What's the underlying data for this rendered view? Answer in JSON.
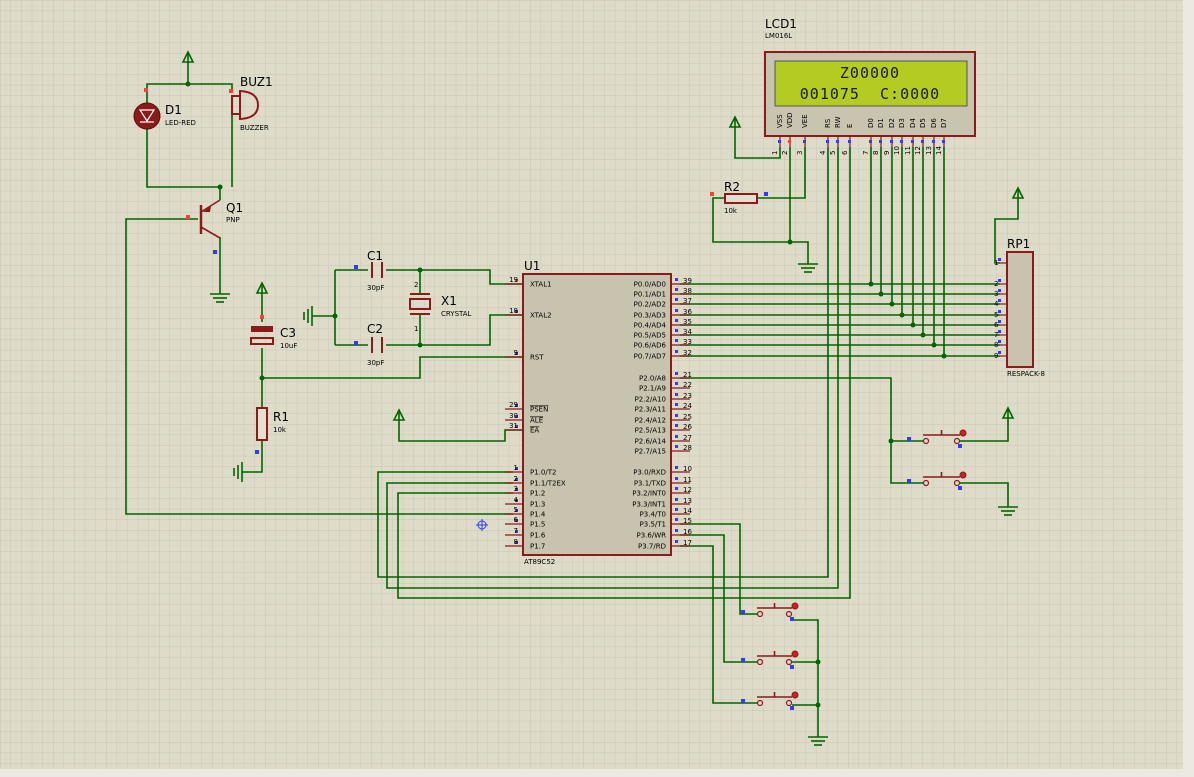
{
  "lcd": {
    "ref": "LCD1",
    "model": "LM016L",
    "line1": "Z00000",
    "line2": "001075  C:0000",
    "pins": [
      "VSS",
      "VDD",
      "VEE",
      "RS",
      "RW",
      "E",
      "D0",
      "D1",
      "D2",
      "D3",
      "D4",
      "D5",
      "D6",
      "D7"
    ],
    "pin_numbers": [
      "1",
      "2",
      "3",
      "4",
      "5",
      "6",
      "7",
      "8",
      "9",
      "10",
      "11",
      "12",
      "13",
      "14"
    ]
  },
  "mcu": {
    "ref": "U1",
    "model": "AT89C52",
    "left_pins": [
      {
        "num": "19",
        "name": "XTAL1"
      },
      {
        "num": "18",
        "name": "XTAL2"
      },
      {
        "num": "9",
        "name": "RST"
      },
      {
        "num": "29",
        "name": "PSEN"
      },
      {
        "num": "30",
        "name": "ALE"
      },
      {
        "num": "31",
        "name": "EA"
      },
      {
        "num": "1",
        "name": "P1.0/T2"
      },
      {
        "num": "2",
        "name": "P1.1/T2EX"
      },
      {
        "num": "3",
        "name": "P1.2"
      },
      {
        "num": "4",
        "name": "P1.3"
      },
      {
        "num": "5",
        "name": "P1.4"
      },
      {
        "num": "6",
        "name": "P1.5"
      },
      {
        "num": "7",
        "name": "P1.6"
      },
      {
        "num": "8",
        "name": "P1.7"
      }
    ],
    "right_pins": [
      {
        "num": "39",
        "name": "P0.0/AD0"
      },
      {
        "num": "38",
        "name": "P0.1/AD1"
      },
      {
        "num": "37",
        "name": "P0.2/AD2"
      },
      {
        "num": "36",
        "name": "P0.3/AD3"
      },
      {
        "num": "35",
        "name": "P0.4/AD4"
      },
      {
        "num": "34",
        "name": "P0.5/AD5"
      },
      {
        "num": "33",
        "name": "P0.6/AD6"
      },
      {
        "num": "32",
        "name": "P0.7/AD7"
      },
      {
        "num": "21",
        "name": "P2.0/A8"
      },
      {
        "num": "22",
        "name": "P2.1/A9"
      },
      {
        "num": "23",
        "name": "P2.2/A10"
      },
      {
        "num": "24",
        "name": "P2.3/A11"
      },
      {
        "num": "25",
        "name": "P2.4/A12"
      },
      {
        "num": "26",
        "name": "P2.5/A13"
      },
      {
        "num": "27",
        "name": "P2.6/A14"
      },
      {
        "num": "28",
        "name": "P2.7/A15"
      },
      {
        "num": "10",
        "name": "P3.0/RXD"
      },
      {
        "num": "11",
        "name": "P3.1/TXD"
      },
      {
        "num": "12",
        "name": "P3.2/INT0"
      },
      {
        "num": "13",
        "name": "P3.3/INT1"
      },
      {
        "num": "14",
        "name": "P3.4/T0"
      },
      {
        "num": "15",
        "name": "P3.5/T1"
      },
      {
        "num": "16",
        "name": "P3.6/WR"
      },
      {
        "num": "17",
        "name": "P3.7/RD"
      }
    ]
  },
  "rp1": {
    "ref": "RP1",
    "model": "RESPACK-8",
    "pins": [
      "1",
      "2",
      "3",
      "4",
      "5",
      "6",
      "7",
      "8",
      "9"
    ]
  },
  "components": {
    "buz1": {
      "ref": "BUZ1",
      "value": "BUZZER"
    },
    "d1": {
      "ref": "D1",
      "value": "LED-RED"
    },
    "q1": {
      "ref": "Q1",
      "value": "PNP"
    },
    "c1": {
      "ref": "C1",
      "value": "30pF"
    },
    "c2": {
      "ref": "C2",
      "value": "30pF"
    },
    "x1": {
      "ref": "X1",
      "value": "CRYSTAL"
    },
    "c3": {
      "ref": "C3",
      "value": "10uF"
    },
    "r1": {
      "ref": "R1",
      "value": "10k"
    },
    "r2": {
      "ref": "R2",
      "value": "10k"
    }
  },
  "x1_pins": [
    "2",
    "1"
  ],
  "colors": {
    "background": "#dedcc9",
    "grid": "#c8c6b4",
    "wire": "#006400",
    "body": "#8b1a1a",
    "chip_fill": "#c8c3ae",
    "lcd_screen": "#b4cc22",
    "lcd_frame": "#c9c4b0",
    "pin_red": "#ff3b3b",
    "pin_blue": "#2f3cff"
  }
}
